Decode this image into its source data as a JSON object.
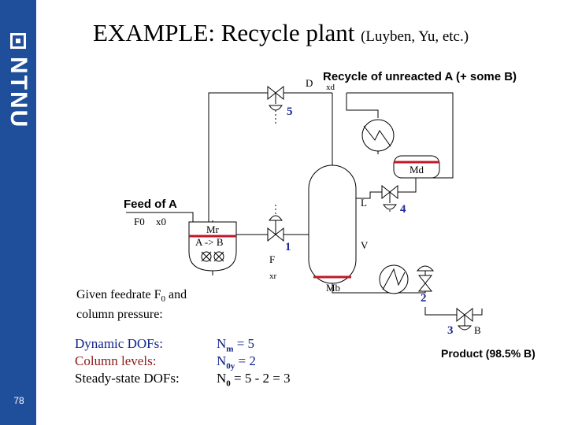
{
  "slide": {
    "title_main": "EXAMPLE: Recycle plant",
    "title_paren": "(Luyben, Yu, etc.)",
    "page_number": "78",
    "logo_text": "NTNU"
  },
  "diagram": {
    "recycle_label": "Recycle of unreacted A (+ some B)",
    "feed_label": "Feed of A",
    "product_label": "Product (98.5% B)",
    "reactor_holdup": "Mr",
    "reaction": "A -> B",
    "feed_flow": "F0",
    "feed_comp": "x0",
    "reactor_outflow": "F",
    "reactor_outcomp": "xr",
    "distillate": "D",
    "distillate_comp": "xd",
    "reflux": "L",
    "boilup": "V",
    "condenser_holdup": "Md",
    "reboiler_holdup": "Mb",
    "bottoms": "B",
    "valves": [
      "1",
      "2",
      "3",
      "4",
      "5"
    ]
  },
  "caption": {
    "line1": "Given feedrate F",
    "line1_sub": "0",
    "line1_end": " and",
    "line2": "column pressure:"
  },
  "dof": {
    "rows": [
      {
        "label": "Dynamic DOFs:",
        "sym": "N",
        "sub": "m",
        "value": " = 5"
      },
      {
        "label": "Column levels:",
        "sym": "N",
        "sub": "0y",
        "value": " = 2"
      },
      {
        "label": "Steady-state DOFs:",
        "sym": "N",
        "sub": "0",
        "value": " = 5 - 2 = 3"
      }
    ]
  },
  "colors": {
    "sidebar": "#1f4e9a",
    "highlight": "#c0182a",
    "number_blue": "#1e2a9a",
    "text_blue": "#0b1f8a",
    "text_red": "#8b1a1a"
  }
}
